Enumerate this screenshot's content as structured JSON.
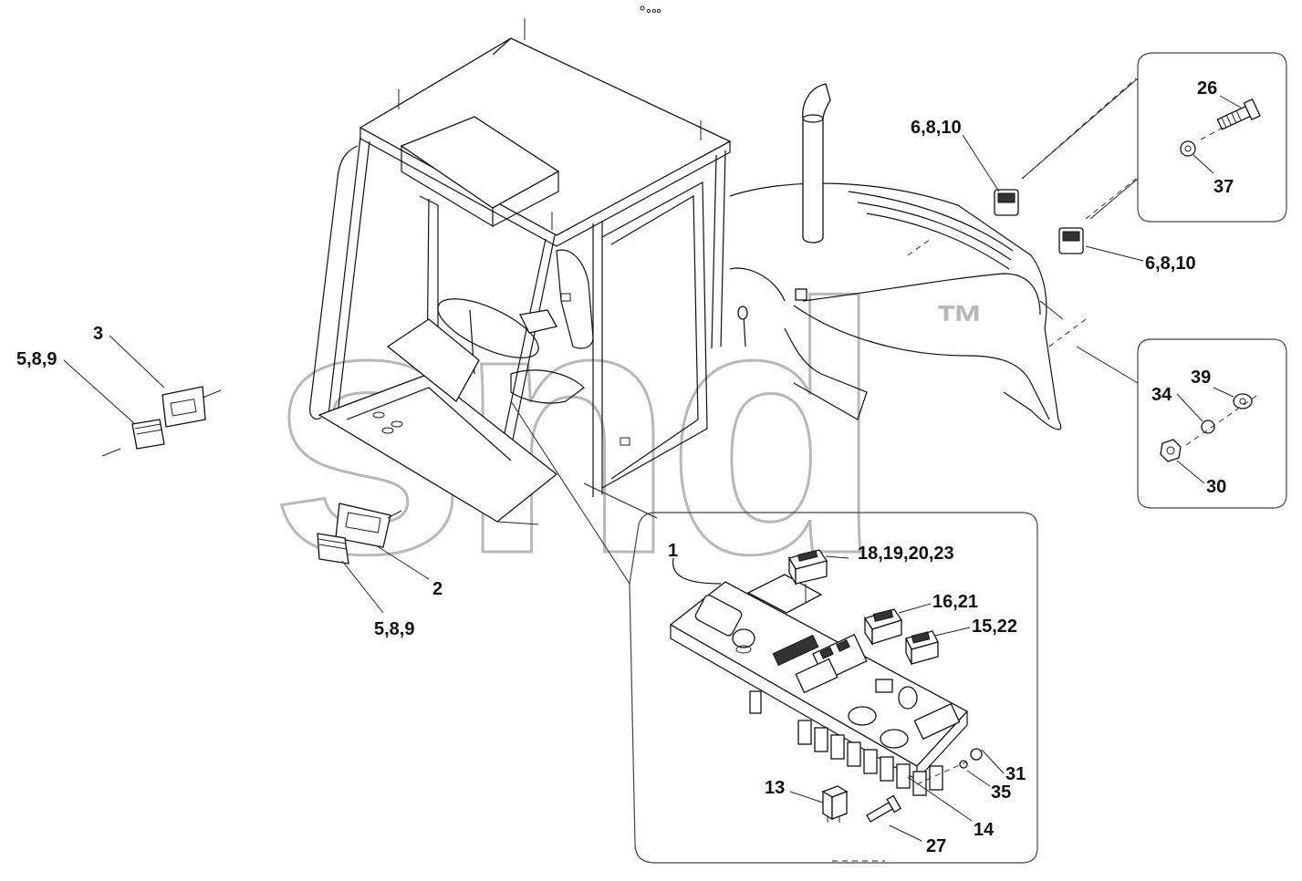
{
  "watermark": {
    "text": "snd",
    "mark": "™"
  },
  "labels": {
    "l1": "1",
    "l2": "2",
    "l3": "3",
    "l13": "13",
    "l14": "14",
    "l26": "26",
    "l27": "27",
    "l30": "30",
    "l31": "31",
    "l34": "34",
    "l35": "35",
    "l37": "37",
    "l39": "39",
    "l5_8_9_left": "5,8,9",
    "l5_8_9_bottom": "5,8,9",
    "l6_8_10_top": "6,8,10",
    "l6_8_10_right": "6,8,10",
    "l15_22": "15,22",
    "l16_21": "16,21",
    "l18_19_20_23": "18,19,20,23"
  }
}
